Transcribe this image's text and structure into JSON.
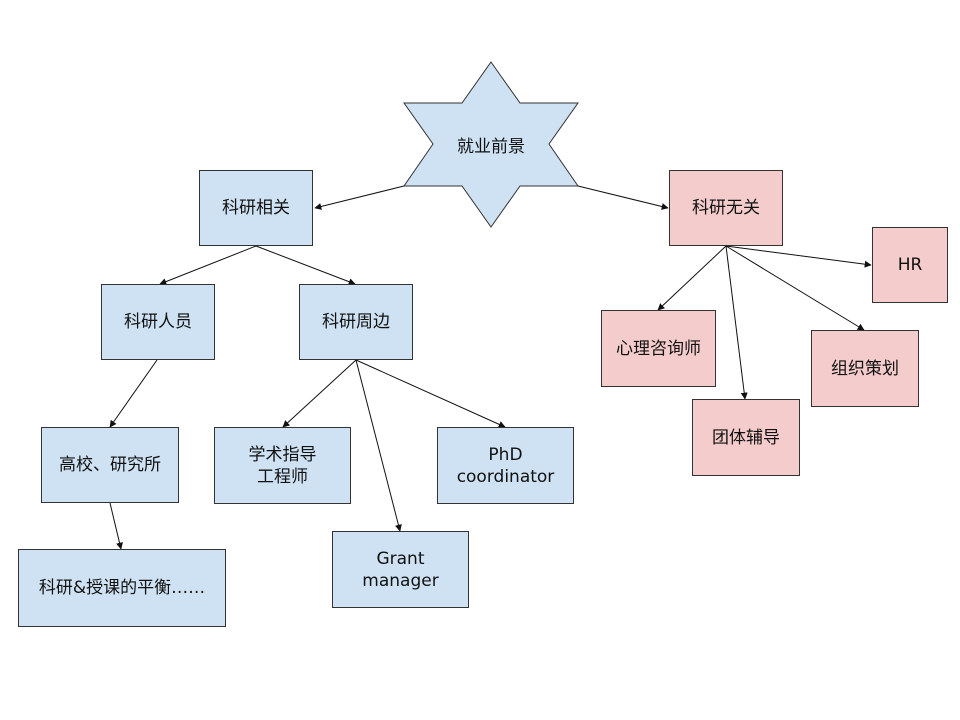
{
  "diagram": {
    "root": "就业前景",
    "nodes": {
      "related": "科研相关",
      "unrelated": "科研无关",
      "researchers": "科研人员",
      "periphery": "科研周边",
      "universities": "高校、研究所",
      "balance": "科研&授课的平衡……",
      "guidance_engineer": "学术指导\n工程师",
      "grant_manager": "Grant\nmanager",
      "phd_coordinator": "PhD\ncoordinator",
      "psych_counselor": "心理咨询师",
      "group_counseling": "团体辅导",
      "organization_planning": "组织策划",
      "hr": "HR"
    },
    "colors": {
      "blue_fill": "#cfe2f3",
      "pink_fill": "#f4cccc",
      "stroke": "#333333"
    }
  }
}
